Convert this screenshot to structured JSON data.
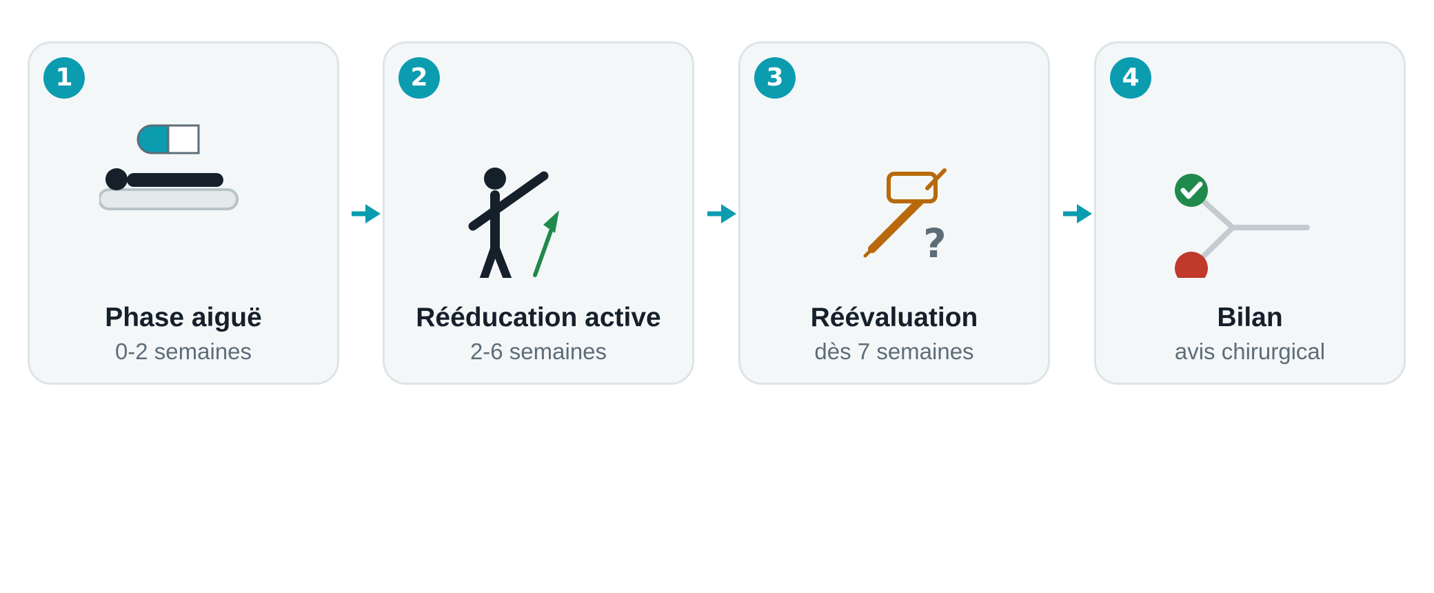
{
  "colors": {
    "accent": "#0b9cb0",
    "card_bg": "#f4f7f8",
    "card_border": "#dde4e8",
    "title": "#15202b",
    "subtitle": "#5d6d78",
    "success": "#1f8a4c",
    "danger": "#c0392b",
    "tool": "#b8690c"
  },
  "steps": [
    {
      "number": "1",
      "title": "Phase aiguë",
      "subtitle": "0-2 semaines",
      "icon": "bed-rest-pill-icon"
    },
    {
      "number": "2",
      "title": "Rééducation active",
      "subtitle": "2-6 semaines",
      "icon": "exercise-figure-icon"
    },
    {
      "number": "3",
      "title": "Réévaluation",
      "subtitle": "dès 7 semaines",
      "icon": "reflex-hammer-question-icon"
    },
    {
      "number": "4",
      "title": "Bilan",
      "subtitle": "avis chirurgical",
      "icon": "decision-branch-icon"
    }
  ]
}
